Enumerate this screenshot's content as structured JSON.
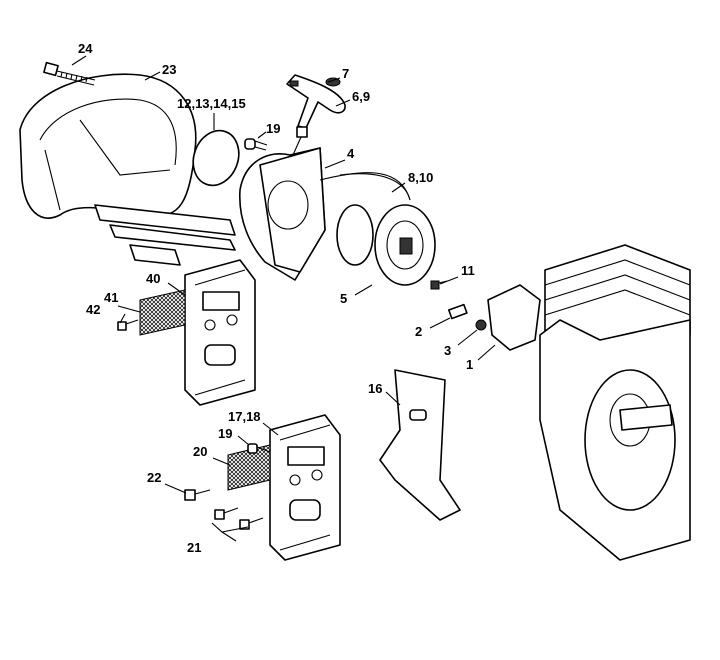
{
  "diagram": {
    "labels": {
      "l24": "24",
      "l23": "23",
      "l7": "7",
      "l6_9": "6,9",
      "l12_15": "12,13,14,15",
      "l19a": "19",
      "l4": "4",
      "l8_10": "8,10",
      "l40": "40",
      "l41": "41",
      "l42": "42",
      "l11": "11",
      "l5": "5",
      "l2": "2",
      "l3": "3",
      "l1": "1",
      "l16": "16",
      "l17_18": "17,18",
      "l19b": "19",
      "l20": "20",
      "l22": "22",
      "l21": "21"
    }
  }
}
